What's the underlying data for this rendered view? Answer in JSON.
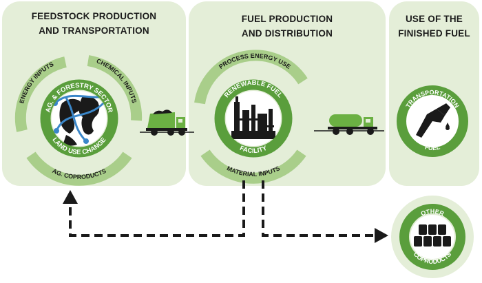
{
  "panels": [
    {
      "title_lines": [
        "FEEDSTOCK PRODUCTION",
        "AND TRANSPORTATION"
      ]
    },
    {
      "title_lines": [
        "FUEL PRODUCTION",
        "AND DISTRIBUTION"
      ]
    },
    {
      "title_lines": [
        "USE OF THE",
        "FINISHED FUEL"
      ]
    }
  ],
  "feedstock": {
    "ring_top": "AG. & FORESTRY SECTOR",
    "ring_bottom": "LAND USE CHANGE",
    "arc_energy": "ENERGY INPUTS",
    "arc_chemical": "CHEMICAL INPUTS",
    "arc_coproducts": "AG. COPRODUCTS"
  },
  "facility": {
    "arc_process": "PROCESS ENERGY USE",
    "ring_top": "RENEWABLE FUEL",
    "ring_bottom": "FACILITY",
    "material": "MATERIAL INPUTS"
  },
  "use": {
    "ring_top": "TRANSPORTATION",
    "ring_bottom": "FUEL"
  },
  "other": {
    "ring_top": "OTHER",
    "ring_bottom": "COPRODUCTS"
  },
  "colors": {
    "panel": "#e4eed8",
    "ring": "#5a9e3c",
    "arc": "#a9ce8a",
    "truck": "#6bb043",
    "dark": "#1a1a1a"
  }
}
